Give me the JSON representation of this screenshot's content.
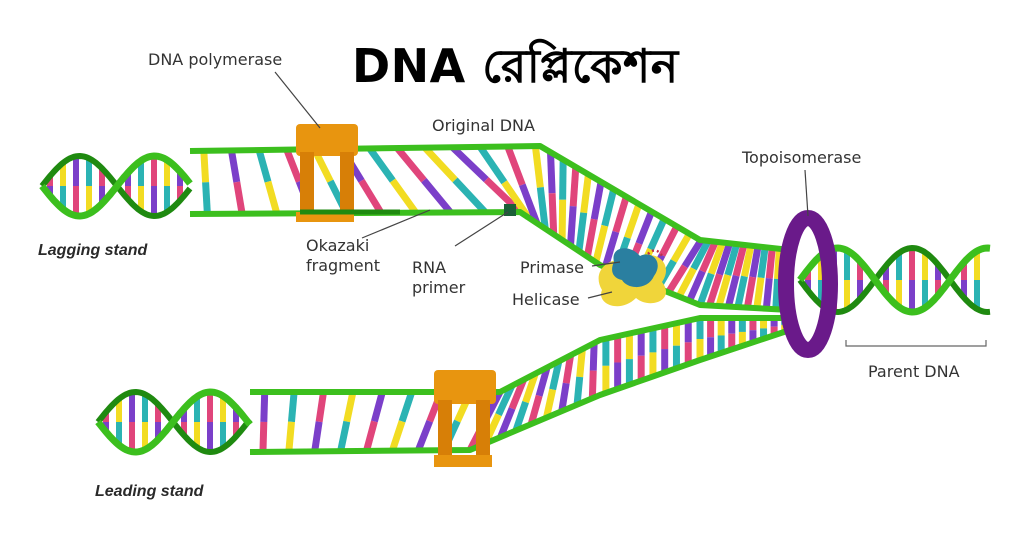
{
  "title": "DNA রেপ্লিকেশন",
  "labels": {
    "dna_polymerase": "DNA polymerase",
    "original_dna": "Original DNA",
    "topoisomerase": "Topoisomerase",
    "lagging_stand": "Lagging stand",
    "okazaki_line1": "Okazaki",
    "okazaki_line2": "fragment",
    "rna_line1": "RNA",
    "rna_line2": "primer",
    "primase": "Primase",
    "helicase": "Helicase",
    "parent_dna": "Parent DNA",
    "leading_stand": "Leading stand"
  },
  "colors": {
    "backbone": "#3cbf1e",
    "backbone_dark": "#1f8a10",
    "pink": "#e0457b",
    "yellow": "#f2dc22",
    "purple": "#7b3fc9",
    "teal": "#2bb3b3",
    "enzyme": "#e8950f",
    "topo": "#6a1a8a",
    "primase": "#2a7fa0",
    "helicase": "#f0d53a"
  }
}
